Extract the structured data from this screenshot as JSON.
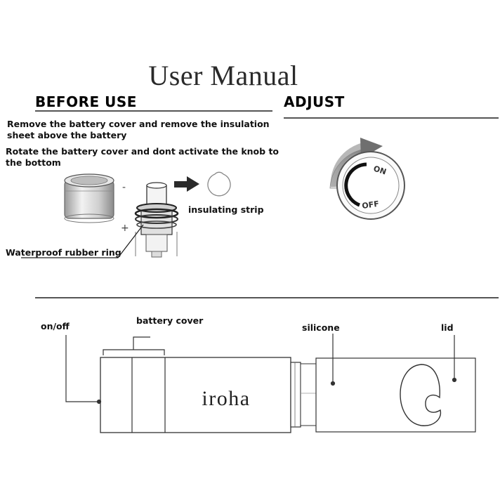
{
  "title": "User Manual",
  "sections": {
    "before_use": "BEFORE USE",
    "adjust": "ADJUST"
  },
  "instructions": {
    "step1": "Remove the battery cover and remove the insulation sheet above the battery",
    "step2": "Rotate the battery cover and dont activate the knob to the bottom"
  },
  "labels": {
    "insulating_strip": "insulating strip",
    "rubber_ring": "Waterproof rubber ring",
    "polarity_minus": "-",
    "polarity_plus": "+",
    "switch_on": "ON",
    "switch_off": "OFF",
    "on_off": "on/off",
    "battery_cover": "battery cover",
    "silicone": "silicone",
    "lid": "lid"
  },
  "brand": "iroha",
  "icons": [
    "battery-cap-icon",
    "battery-holder-icon",
    "arrow-right-icon",
    "insulating-disc-icon",
    "rotation-arrow-icon",
    "on-off-dial-icon"
  ]
}
